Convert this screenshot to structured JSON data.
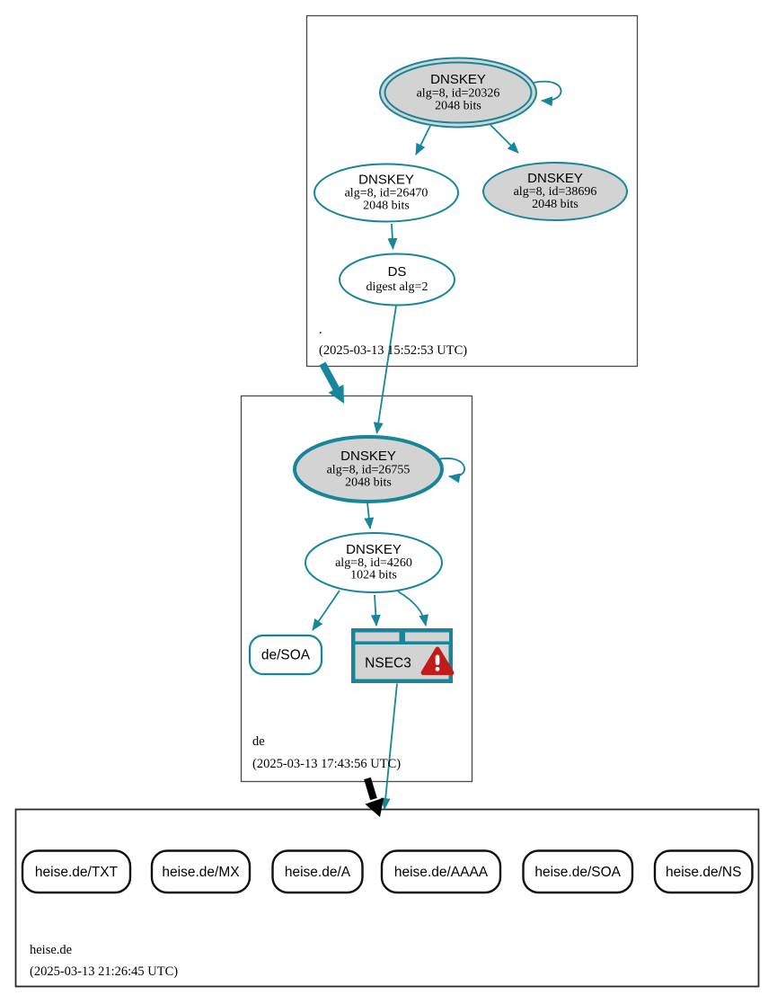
{
  "diagram": {
    "kind": "dnssec-authentication-chain",
    "colors": {
      "secure": "#17869a",
      "node_fill": "#d3d3d3",
      "warning": "#c41a1a",
      "insecure_delegation": "#000000"
    }
  },
  "zones": {
    "root": {
      "label": ".",
      "timestamp": "(2025-03-13 15:52:53 UTC)",
      "nodes": {
        "ksk": {
          "title": "DNSKEY",
          "detail1": "alg=8, id=20326",
          "detail2": "2048 bits"
        },
        "zsk": {
          "title": "DNSKEY",
          "detail1": "alg=8, id=26470",
          "detail2": "2048 bits"
        },
        "ksk2": {
          "title": "DNSKEY",
          "detail1": "alg=8, id=38696",
          "detail2": "2048 bits"
        },
        "ds": {
          "title": "DS",
          "detail1": "digest alg=2"
        }
      }
    },
    "de": {
      "label": "de",
      "timestamp": "(2025-03-13 17:43:56 UTC)",
      "nodes": {
        "ksk": {
          "title": "DNSKEY",
          "detail1": "alg=8, id=26755",
          "detail2": "2048 bits"
        },
        "zsk": {
          "title": "DNSKEY",
          "detail1": "alg=8, id=4260",
          "detail2": "1024 bits"
        },
        "soa": {
          "label": "de/SOA"
        },
        "nsec3": {
          "label": "NSEC3"
        }
      }
    },
    "heise": {
      "label": "heise.de",
      "timestamp": "(2025-03-13 21:26:45 UTC)",
      "rrsets": [
        {
          "label": "heise.de/TXT"
        },
        {
          "label": "heise.de/MX"
        },
        {
          "label": "heise.de/A"
        },
        {
          "label": "heise.de/AAAA"
        },
        {
          "label": "heise.de/SOA"
        },
        {
          "label": "heise.de/NS"
        }
      ]
    }
  }
}
